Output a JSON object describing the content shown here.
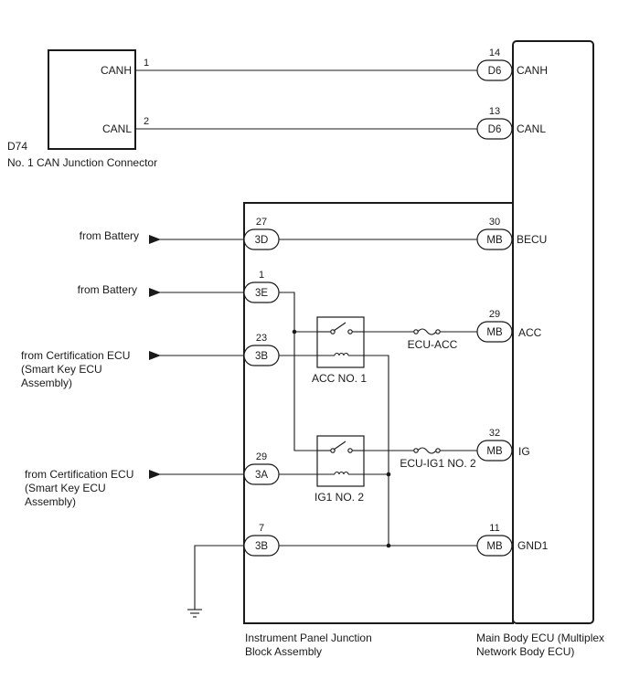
{
  "canjc": {
    "code": "D74",
    "name": "No. 1 CAN Junction Connector",
    "pins": [
      {
        "label": "CANH",
        "num": "1"
      },
      {
        "label": "CANL",
        "num": "2"
      }
    ]
  },
  "ecu": {
    "name_line1": "Main Body ECU (Multiplex",
    "name_line2": "Network Body ECU)",
    "pins": [
      {
        "num": "14",
        "conn": "D6",
        "label": "CANH"
      },
      {
        "num": "13",
        "conn": "D6",
        "label": "CANL"
      },
      {
        "num": "30",
        "conn": "MB",
        "label": "BECU"
      },
      {
        "num": "29",
        "conn": "MB",
        "label": "ACC"
      },
      {
        "num": "32",
        "conn": "MB",
        "label": "IG"
      },
      {
        "num": "11",
        "conn": "MB",
        "label": "GND1"
      }
    ]
  },
  "jb": {
    "name_line1": "Instrument Panel Junction",
    "name_line2": "Block Assembly",
    "pins": [
      {
        "num": "27",
        "conn": "3D"
      },
      {
        "num": "1",
        "conn": "3E"
      },
      {
        "num": "23",
        "conn": "3B"
      },
      {
        "num": "29",
        "conn": "3A"
      },
      {
        "num": "7",
        "conn": "3B"
      }
    ],
    "relays": [
      "ACC NO. 1",
      "IG1 NO. 2"
    ],
    "fuses": [
      "ECU-ACC",
      "ECU-IG1 NO. 2"
    ]
  },
  "sources": {
    "battery1": "from Battery",
    "battery2": "from Battery",
    "cert1": [
      "from Certification ECU",
      "(Smart Key ECU",
      "Assembly)"
    ],
    "cert2": [
      "from Certification ECU",
      "(Smart Key ECU",
      "Assembly)"
    ]
  }
}
